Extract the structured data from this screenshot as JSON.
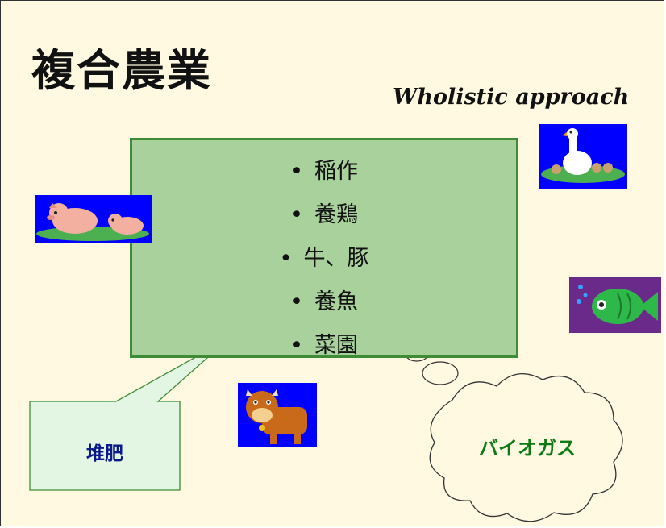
{
  "slide": {
    "title": "複合農業",
    "subtitle": "Wholistic approach"
  },
  "list": {
    "bullet": "•",
    "items": [
      "稲作",
      "養鶏",
      "牛、豚",
      "養魚",
      "菜園"
    ]
  },
  "callouts": {
    "compost": "堆肥",
    "biogas": "バイオガス"
  },
  "colors": {
    "background": "#fef9e0",
    "box_fill": "#a8d19b",
    "box_border": "#3e8c35",
    "compost_text": "#0a1a8a",
    "biogas_text": "#0d7a14"
  },
  "images": {
    "pigs": "pigs-icon",
    "goose": "goose-icon",
    "fish": "fish-icon",
    "cow": "cow-icon"
  }
}
